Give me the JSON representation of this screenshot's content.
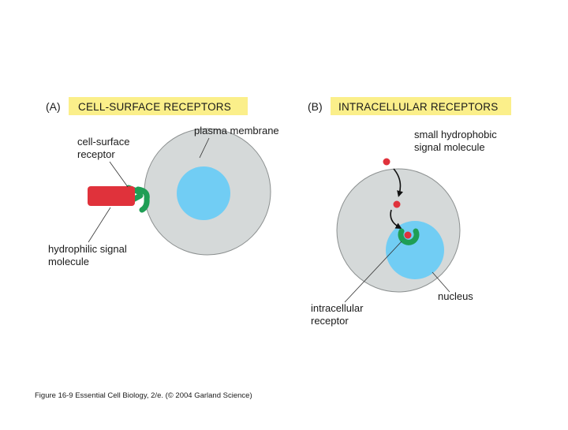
{
  "panel_a": {
    "letter": "(A)",
    "title": "CELL-SURFACE RECEPTORS",
    "label_receptor_line1": "cell-surface",
    "label_receptor_line2": "receptor",
    "label_membrane": "plasma membrane",
    "label_signal_line1": "hydrophilic signal",
    "label_signal_line2": "molecule"
  },
  "panel_b": {
    "letter": "(B)",
    "title": "INTRACELLULAR RECEPTORS",
    "label_signal_line1": "small hydrophobic",
    "label_signal_line2": "signal molecule",
    "label_nucleus": "nucleus",
    "label_receptor_line1": "intracellular",
    "label_receptor_line2": "receptor"
  },
  "caption": "Figure 16-9  Essential Cell Biology, 2/e. (© 2004 Garland Science)",
  "colors": {
    "title_band": "#fbef8a",
    "cell": "#d5d9d9",
    "cell_outline": "#8c9090",
    "nucleus": "#71cdf4",
    "receptor": "#1f9e55",
    "signal": "#e0323b",
    "arrow": "#111111"
  }
}
